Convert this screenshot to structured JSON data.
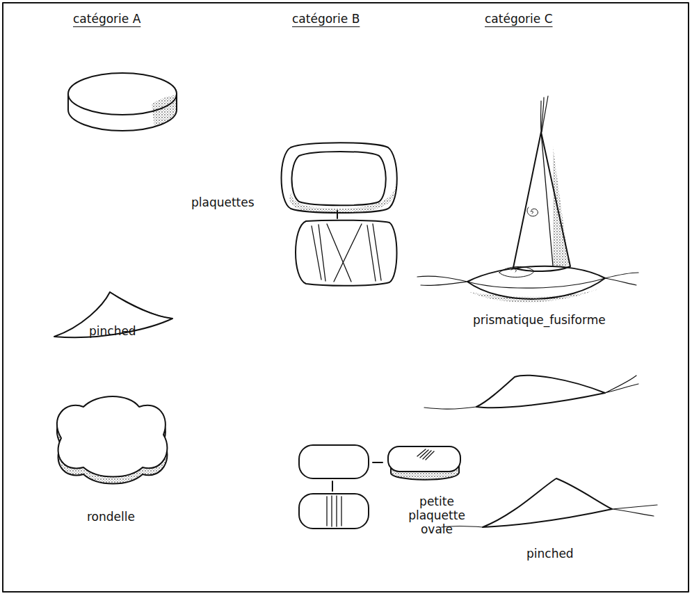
{
  "diagram": {
    "labels": [
      "catégorie A",
      "catégorie B",
      "catégorie C",
      "plaquettes",
      "prismatique_fusiforme",
      "pinched",
      "rondelle",
      "petite plaquette ovale",
      "pinched"
    ]
  }
}
